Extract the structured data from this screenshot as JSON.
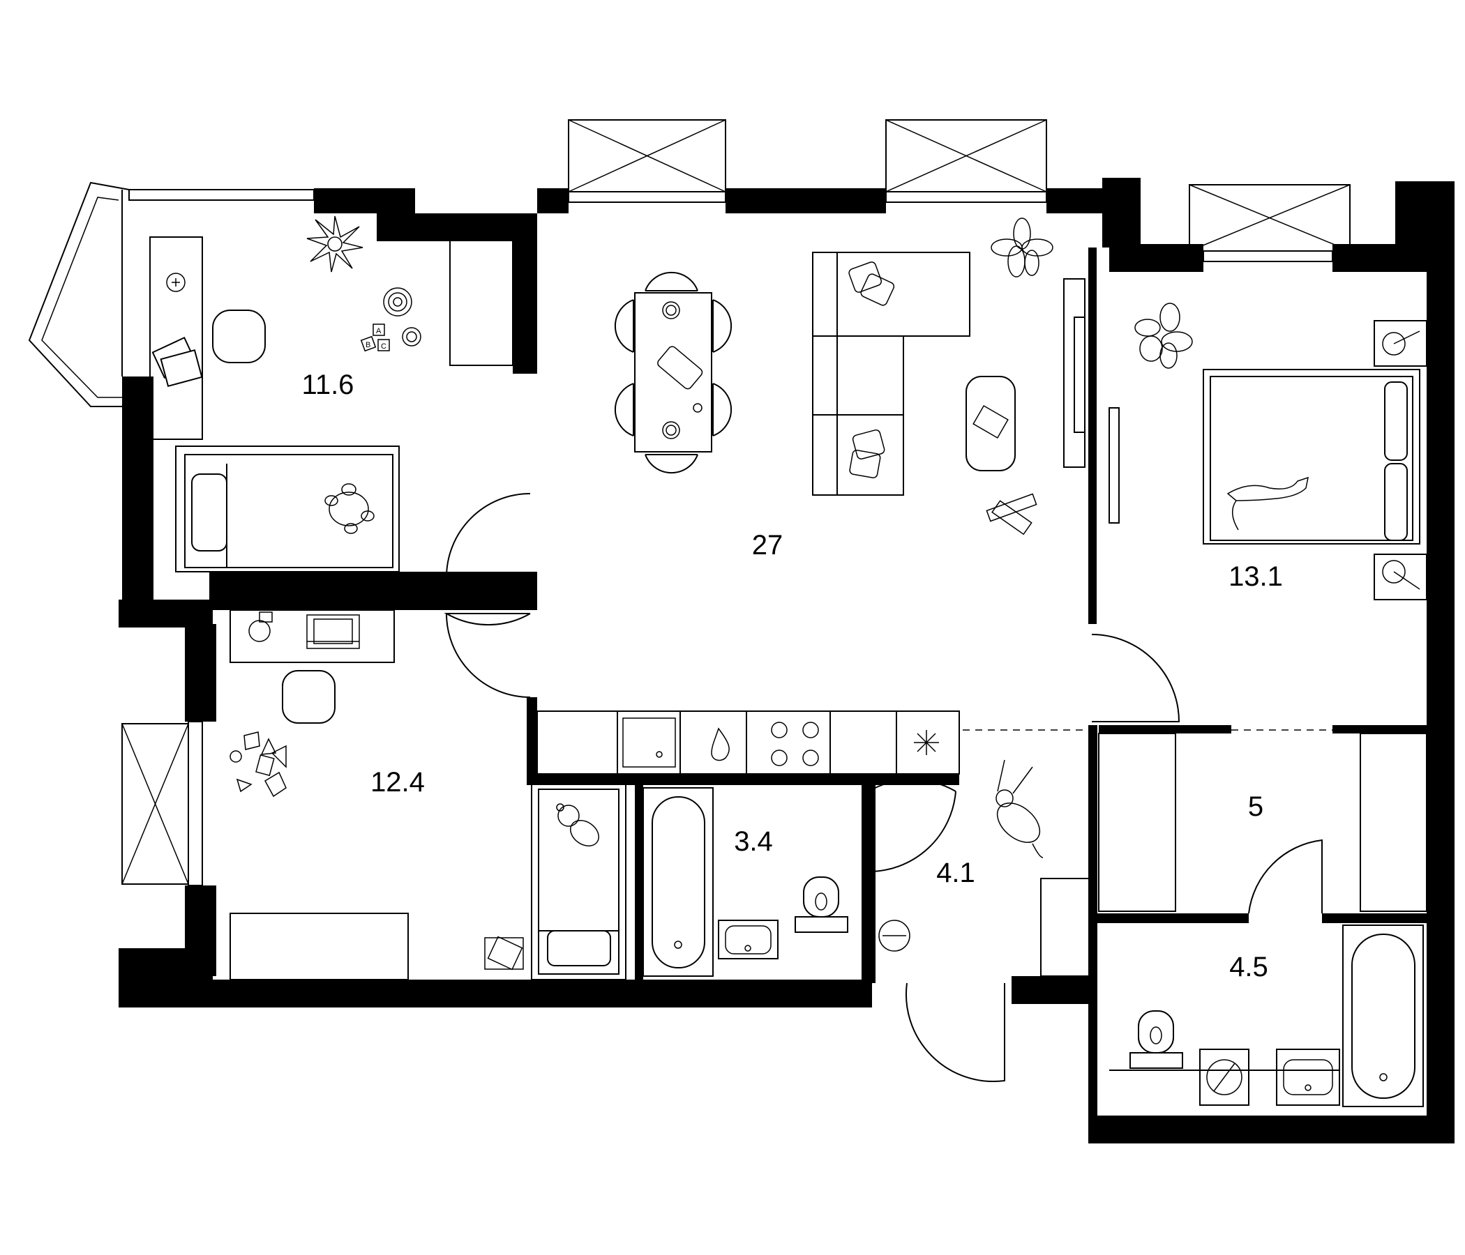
{
  "plan": {
    "rooms": [
      {
        "id": "child-room-1",
        "area": "11.6"
      },
      {
        "id": "living-kitchen",
        "area": "27"
      },
      {
        "id": "bedroom",
        "area": "13.1"
      },
      {
        "id": "child-room-2",
        "area": "12.4"
      },
      {
        "id": "bathroom-1",
        "area": "3.4"
      },
      {
        "id": "hallway",
        "area": "4.1"
      },
      {
        "id": "wardrobe",
        "area": "5"
      },
      {
        "id": "bathroom-2",
        "area": "4.5"
      }
    ],
    "toy_blocks": [
      "A",
      "B",
      "C"
    ]
  },
  "colors": {
    "line": "#000000",
    "background": "#ffffff"
  }
}
